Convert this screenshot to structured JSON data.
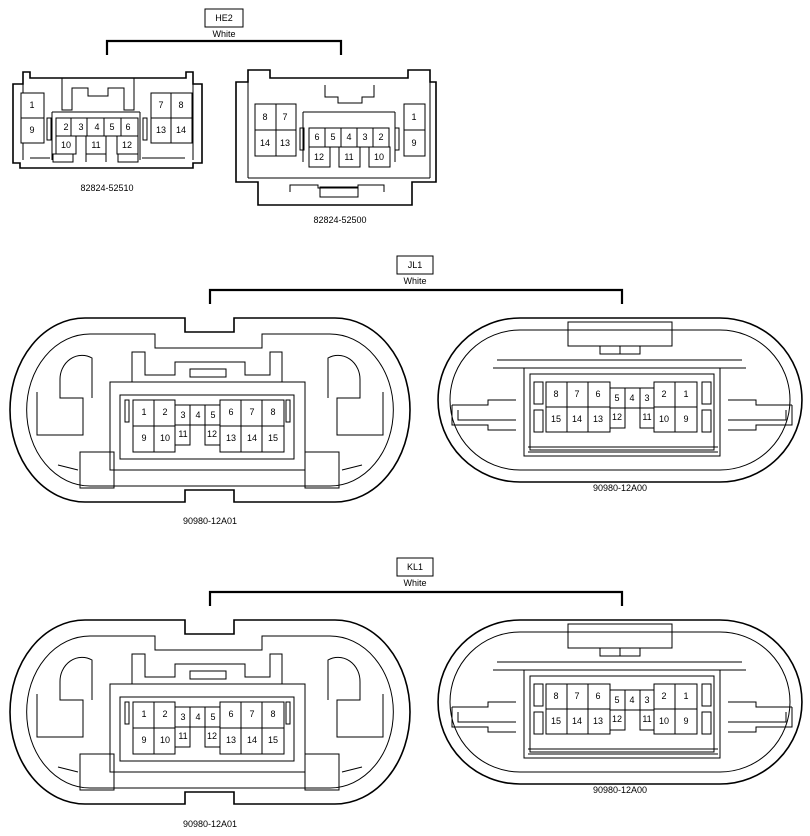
{
  "groups": [
    {
      "tag": "HE2",
      "color": "White"
    },
    {
      "tag": "JL1",
      "color": "White"
    },
    {
      "tag": "KL1",
      "color": "White"
    }
  ],
  "part_numbers": {
    "he2_left": "82824-52510",
    "he2_right": "82824-52500",
    "jl1_left": "90980-12A01",
    "jl1_right": "90980-12A00",
    "kl1_left": "90980-12A01",
    "kl1_right": "90980-12A00"
  },
  "pins": {
    "he2_left": [
      "1",
      "9",
      "2",
      "3",
      "4",
      "5",
      "6",
      "10",
      "11",
      "12",
      "7",
      "8",
      "13",
      "14"
    ],
    "he2_right": [
      "8",
      "7",
      "14",
      "13",
      "6",
      "5",
      "4",
      "3",
      "2",
      "12",
      "11",
      "10",
      "1",
      "9"
    ],
    "big_left": [
      "1",
      "2",
      "3",
      "4",
      "5",
      "6",
      "7",
      "8",
      "9",
      "10",
      "11",
      "12",
      "13",
      "14",
      "15"
    ],
    "big_right": [
      "8",
      "7",
      "6",
      "5",
      "4",
      "3",
      "2",
      "1",
      "15",
      "14",
      "13",
      "12",
      "11",
      "10",
      "9"
    ]
  }
}
